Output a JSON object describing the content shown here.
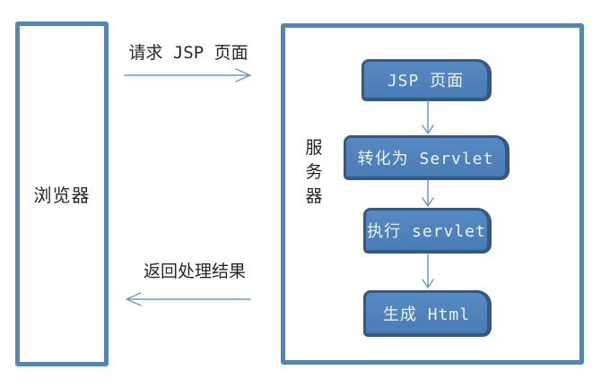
{
  "diagram": {
    "browser_box": {
      "label": "浏览器"
    },
    "server_box": {
      "label": "服务器",
      "label_chars": [
        "服",
        "务",
        "器"
      ]
    },
    "arrows": {
      "request": {
        "label": "请求 JSP 页面",
        "direction": "right"
      },
      "response": {
        "label": "返回处理结果",
        "direction": "left"
      }
    },
    "flow_steps": [
      {
        "label": "JSP 页面"
      },
      {
        "label": "转化为 Servlet"
      },
      {
        "label": "执行 servlet"
      },
      {
        "label": "生成 Html"
      }
    ],
    "colors": {
      "outer_border": "#5585b5",
      "step_fill": "#4d7fba",
      "step_border": "#35597f",
      "step_text": "#eef3fa",
      "arrow": "#7399c0",
      "label_text": "#262626",
      "background": "#ffffff"
    }
  }
}
